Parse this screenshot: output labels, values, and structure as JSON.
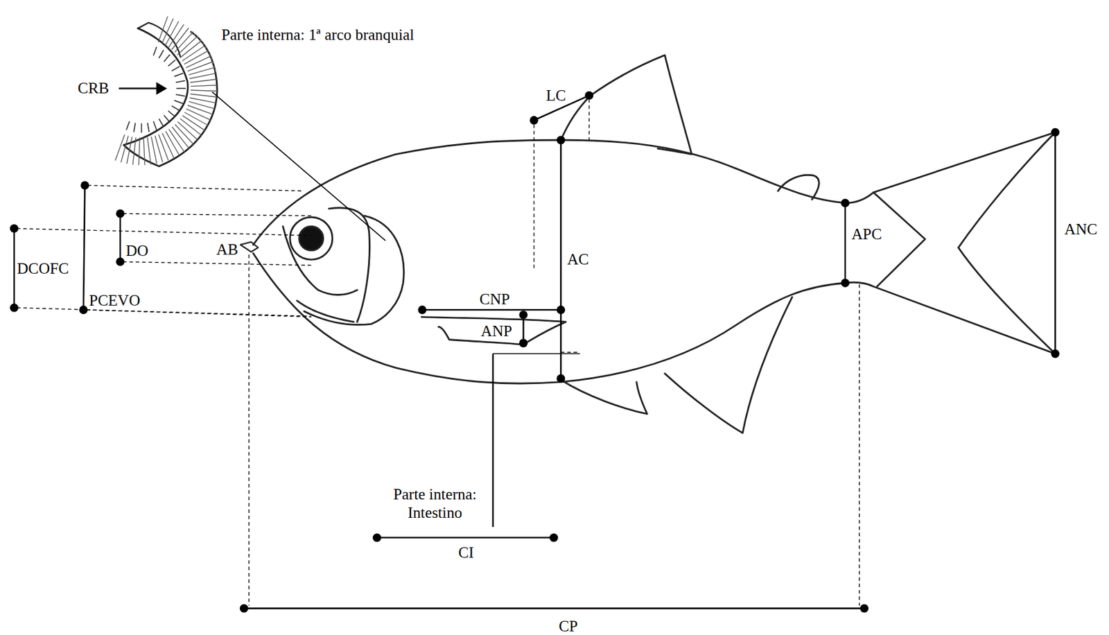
{
  "diagram": {
    "labels": [
      "Parte interna: 1ª arco branquial",
      "CRB",
      "LC",
      "DO",
      "AB",
      "DCOFC",
      "PCEVO",
      "AC",
      "APC",
      "ANC",
      "CNP",
      "ANP",
      "Parte interna: Intestino",
      "CI",
      "CP"
    ]
  }
}
